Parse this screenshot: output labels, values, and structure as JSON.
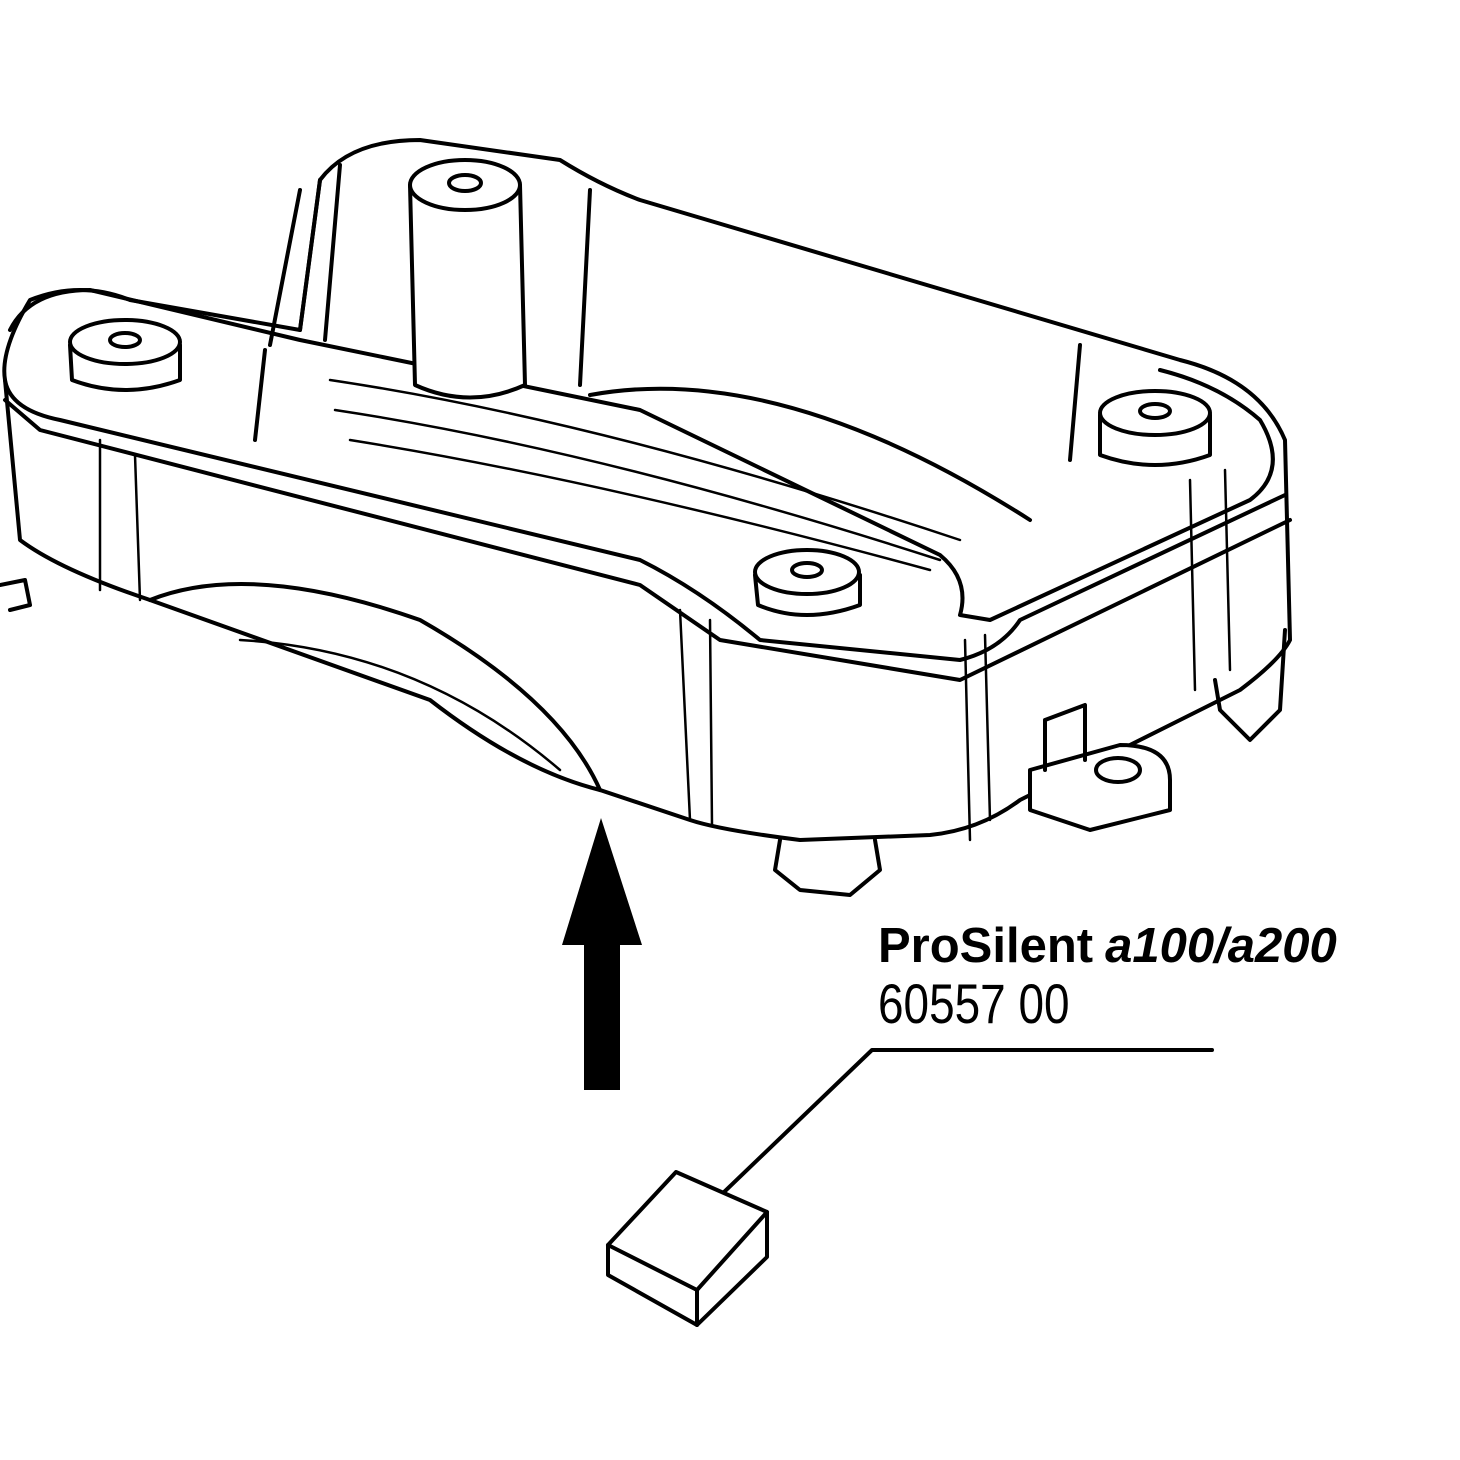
{
  "label": {
    "product": "ProSilent",
    "model": "a100/a200",
    "part_number": "60557 00"
  },
  "colors": {
    "line": "#000000",
    "background": "#ffffff"
  }
}
